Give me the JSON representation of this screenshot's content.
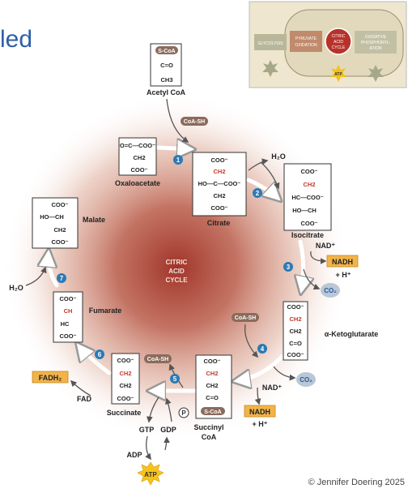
{
  "heading_fragment": "led",
  "copyright": "© Jennifer Doering 2025",
  "cycle_center": [
    "CITRIC",
    "ACID",
    "CYCLE"
  ],
  "inset": {
    "glycolysis": "GLYCOLYSIS",
    "pyruvate": [
      "PYRUVATE",
      "OXIDATION"
    ],
    "citric": [
      "CITRIC",
      "ACID",
      "CYCLE"
    ],
    "oxphos": [
      "OXIDATIVE",
      "PHOSPHORYL-",
      "ATION"
    ],
    "atp": "ATP"
  },
  "molecules": {
    "acetyl_coa": {
      "label": "Acetyl CoA",
      "lines": [
        "S-CoA",
        "C=O",
        "CH3"
      ]
    },
    "oxaloacetate": {
      "label": "Oxaloacetate",
      "lines": [
        "O=C—COO⁻",
        "CH2",
        "COO⁻"
      ]
    },
    "citrate": {
      "label": "Citrate",
      "lines": [
        "COO⁻",
        "CH2",
        "HO—C—COO⁻",
        "CH2",
        "COO⁻"
      ]
    },
    "isocitrate": {
      "label": "Isocitrate",
      "lines": [
        "COO⁻",
        "CH2",
        "HC—COO⁻",
        "HO—CH",
        "COO⁻"
      ]
    },
    "akg": {
      "label": "α-Ketoglutarate",
      "lines": [
        "COO⁻",
        "CH2",
        "CH2",
        "C=O",
        "COO⁻"
      ]
    },
    "succinyl_coa": {
      "label": [
        "Succinyl",
        "CoA"
      ],
      "lines": [
        "COO⁻",
        "CH2",
        "CH2",
        "C=O",
        "S-CoA"
      ]
    },
    "succinate": {
      "label": "Succinate",
      "lines": [
        "COO⁻",
        "CH2",
        "CH2",
        "COO⁻"
      ]
    },
    "fumarate": {
      "label": "Fumarate",
      "lines": [
        "COO⁻",
        "CH",
        "HC",
        "COO⁻"
      ]
    },
    "malate": {
      "label": "Malate",
      "lines": [
        "COO⁻",
        "HO—CH",
        "CH2",
        "COO⁻"
      ]
    }
  },
  "side_products": {
    "coa_sh": "CoA-SH",
    "h2o": "H₂O",
    "nad_plus": "NAD⁺",
    "nadh": "NADH",
    "h_plus": "+ H⁺",
    "co2": "CO₂",
    "fadh2": "FADH₂",
    "fad": "FAD",
    "gtp": "GTP",
    "gdp": "GDP",
    "adp": "ADP",
    "atp": "ATP",
    "p": "P"
  },
  "steps": [
    "1",
    "2",
    "3",
    "4",
    "5",
    "6",
    "7"
  ],
  "colors": {
    "heading": "#2c5fa8",
    "step_circle": "#2b7ab6",
    "pill": "#8a6b5c",
    "nadh_box": "#f2b349",
    "atp_star": "#f7c31b",
    "co2": "#b9c7d6",
    "red_atom": "#c0392b",
    "blue_atom": "#2a7ab8"
  }
}
